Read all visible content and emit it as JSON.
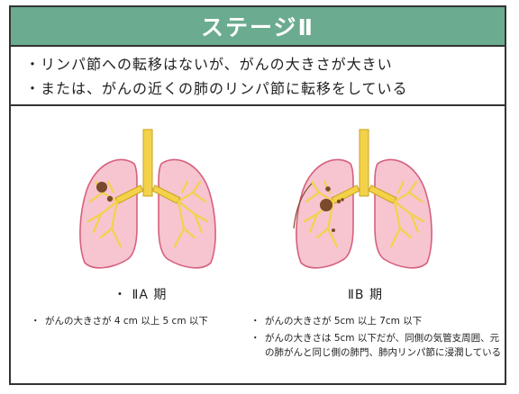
{
  "title": "ステージⅡ",
  "bullets": [
    "・リンパ節への転移はないが、がんの大きさが大きい",
    "・または、がんの近くの肺のリンパ節に転移をしている"
  ],
  "stages": {
    "a": {
      "label": "・ ⅡA 期",
      "items": [
        "がんの大きさが 4 cm 以上 5 cm 以下"
      ]
    },
    "b": {
      "label": "ⅡB 期",
      "items": [
        "がんの大きさが 5cm 以上 7cm 以下",
        "がんの大きさは 5cm 以下だが、同側の気管支周囲、元の肺がんと同じ側の肺門、肺内リンパ節に浸潤している"
      ]
    }
  },
  "bullet_glyph": "・",
  "colors": {
    "header": "#6bab8f",
    "lung_fill": "#f6c5cf",
    "lung_stroke": "#d6607e",
    "airway": "#f3d24a",
    "airway_stroke": "#caa11f",
    "tumor": "#7a4a2a"
  }
}
